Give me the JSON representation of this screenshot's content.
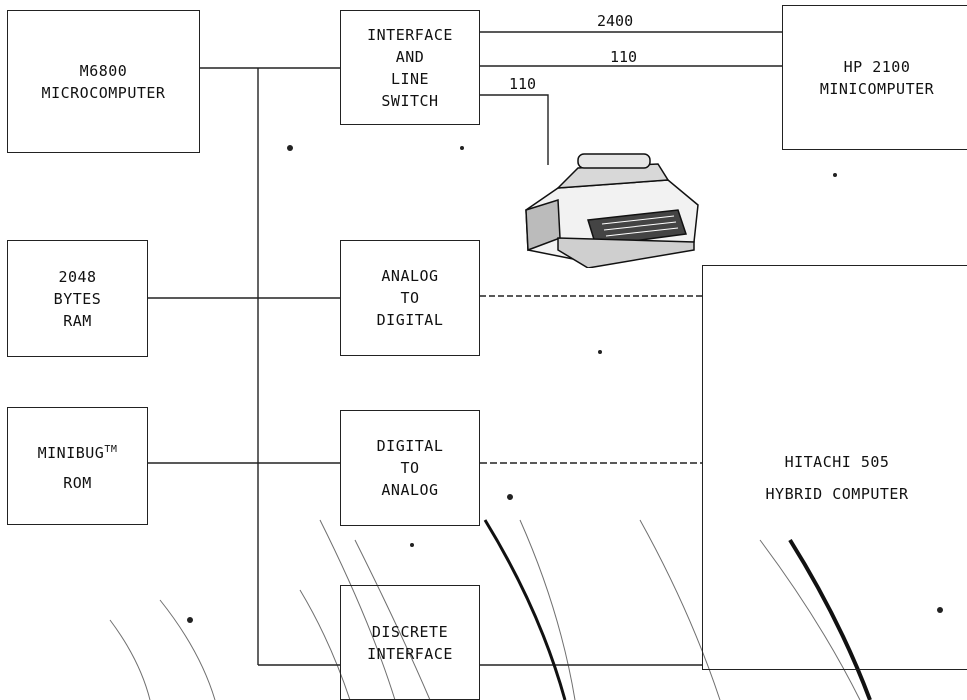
{
  "blocks": {
    "m6800": [
      "M6800",
      "MICROCOMPUTER"
    ],
    "interface_switch": [
      "INTERFACE",
      "AND",
      "LINE",
      "SWITCH"
    ],
    "hp2100": [
      "HP 2100",
      "MINICOMPUTER"
    ],
    "ram": [
      "2048",
      "BYTES",
      "RAM"
    ],
    "adc": [
      "ANALOG",
      "TO",
      "DIGITAL"
    ],
    "rom": {
      "name": "MINIBUG",
      "tm": "TM",
      "line2": "ROM"
    },
    "dac": [
      "DIGITAL",
      "TO",
      "ANALOG"
    ],
    "discrete": [
      "DISCRETE",
      "INTERFACE"
    ],
    "hitachi": [
      "HITACHI 505",
      "HYBRID COMPUTER"
    ]
  },
  "line_labels": {
    "top_rate": "2400",
    "mid_rate": "110",
    "printer_rate": "110"
  },
  "icons": {
    "printer": "teletype-printer-icon"
  }
}
